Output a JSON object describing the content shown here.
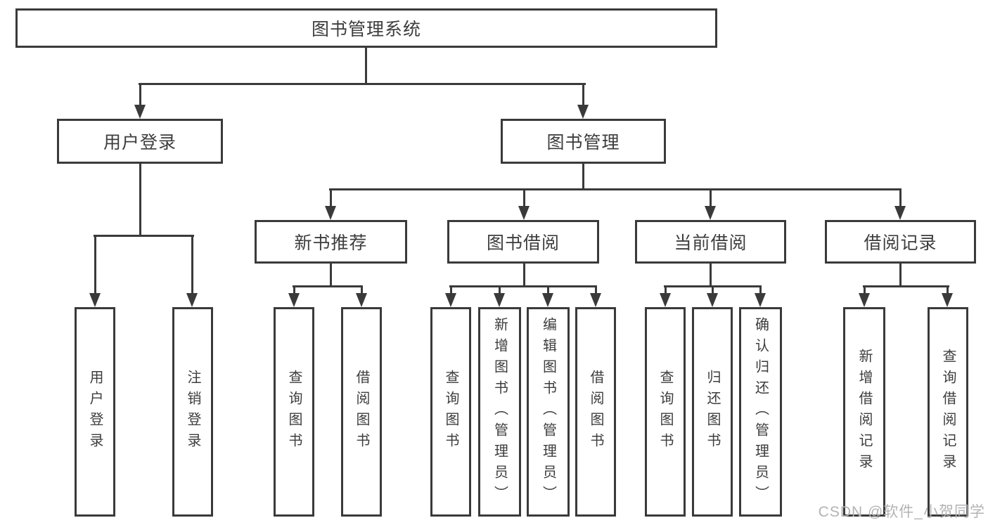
{
  "nodes": {
    "root": {
      "label": "图书管理系统"
    },
    "user_login": {
      "label": "用户登录"
    },
    "book_management": {
      "label": "图书管理"
    },
    "new_book_recommend": {
      "label": "新书推荐"
    },
    "book_borrowing": {
      "label": "图书借阅"
    },
    "current_borrowing": {
      "label": "当前借阅"
    },
    "borrowing_records": {
      "label": "借阅记录"
    },
    "leaf_user_login": {
      "label": "用户登录"
    },
    "leaf_logout": {
      "label": "注销登录"
    },
    "leaf_query_book_recommend": {
      "label": "查询图书"
    },
    "leaf_borrow_book_recommend": {
      "label": "借阅图书"
    },
    "leaf_query_book_borrowing": {
      "label": "查询图书"
    },
    "leaf_add_book_admin": {
      "label": "新增图书（管理员）"
    },
    "leaf_edit_book_admin": {
      "label": "编辑图书（管理员）"
    },
    "leaf_borrow_book_borrowing": {
      "label": "借阅图书"
    },
    "leaf_query_book_current": {
      "label": "查询图书"
    },
    "leaf_return_book": {
      "label": "归还图书"
    },
    "leaf_confirm_return_admin": {
      "label": "确认归还（管理员）"
    },
    "leaf_add_borrow_record": {
      "label": "新增借阅记录"
    },
    "leaf_query_borrow_record": {
      "label": "查询借阅记录"
    }
  },
  "watermark": {
    "text": "CSDN @软件_小贺同学"
  },
  "colors": {
    "line": "#3a3a3a",
    "text": "#3d3d3d",
    "background": "#ffffff",
    "watermark": "#b3b3b5"
  }
}
